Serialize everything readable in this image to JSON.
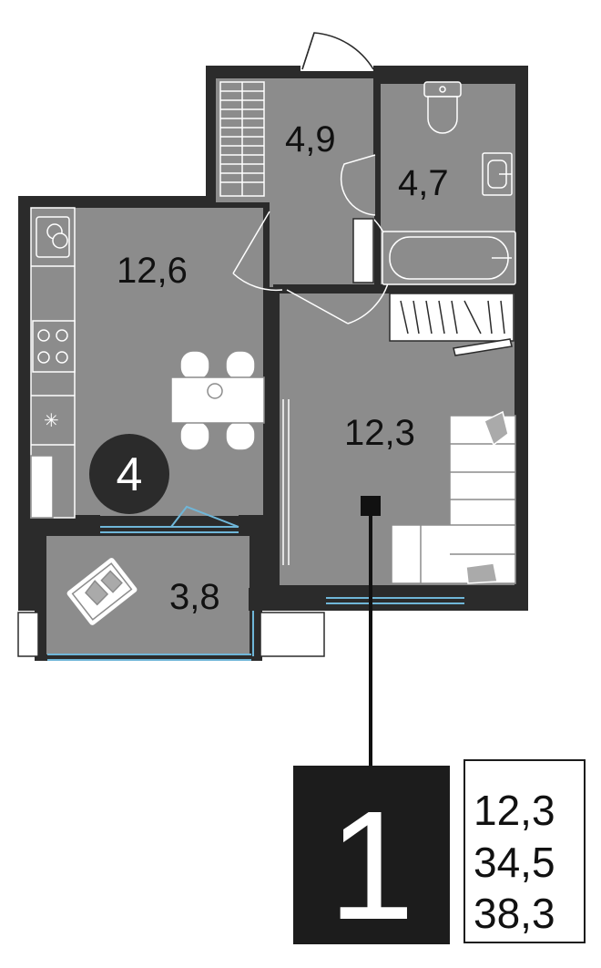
{
  "rooms": {
    "hallway": "4,9",
    "bathroom": "4,7",
    "kitchen": "12,6",
    "living": "12,3",
    "balcony": "3,8"
  },
  "floor_badge": "4",
  "summary": {
    "rooms_count": "1",
    "living_area": "12,3",
    "total_area": "34,5",
    "area_with_balcony": "38,3"
  },
  "colors": {
    "floor": "#8c8c8c",
    "wall": "#2b2b2b",
    "window": "#6fb6d8",
    "furniture_stroke": "#ffffff"
  }
}
